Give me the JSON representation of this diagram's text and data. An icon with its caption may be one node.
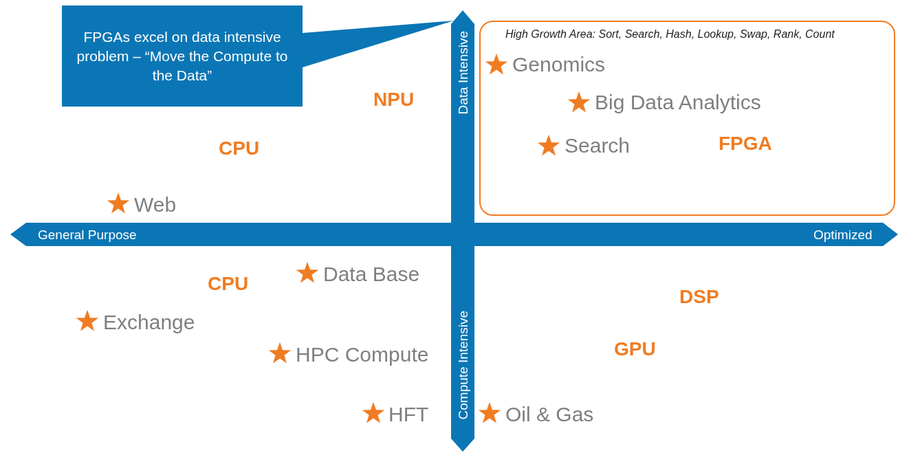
{
  "diagram": {
    "nodes": [
      {
        "text": [
          "FPGAs excel on data intensive problem – “Move the Compute to the Data”"
        ]
      },
      {
        "text": [
          "High Growth Area: Sort, Search, Hash, Lookup, Swap, Rank, Count"
        ]
      },
      {
        "text": [
          "Genomics"
        ],
        "in": 1
      },
      {
        "text": [
          "Big Data Analytics"
        ],
        "in": 1
      },
      {
        "text": [
          "Search"
        ],
        "in": 1
      },
      {
        "text": [
          "FPGA"
        ],
        "in": 1
      }
    ],
    "labels": [
      "Data Intensive",
      "NPU",
      "CPU",
      "Web",
      "General Purpose",
      "Optimized",
      "Data Base",
      "CPU",
      "DSP",
      "Exchange",
      "Compute Intensive",
      "HPC Compute",
      "GPU",
      "HFT",
      "Oil & Gas"
    ]
  }
}
